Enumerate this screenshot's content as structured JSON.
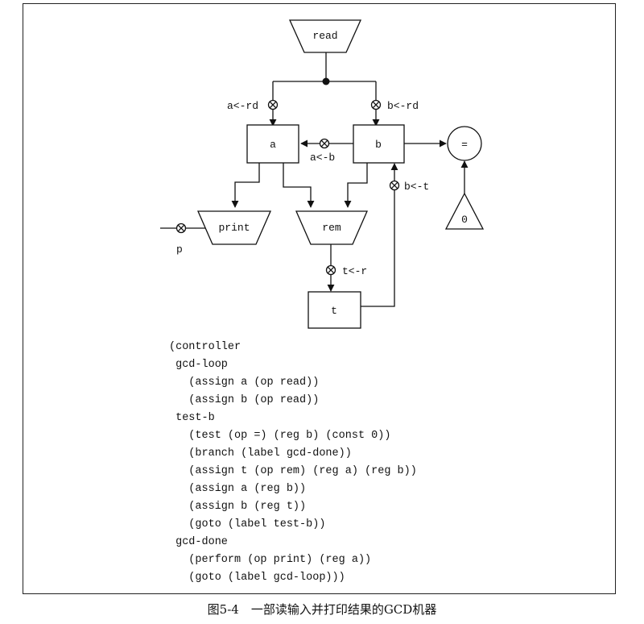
{
  "diagram": {
    "read_label": "read",
    "register_a": "a",
    "register_b": "b",
    "register_t": "t",
    "print_label": "print",
    "rem_label": "rem",
    "equal_label": "=",
    "const_zero": "0",
    "button_a_rd": "a<-rd",
    "button_b_rd": "b<-rd",
    "button_a_b": "a<-b",
    "button_b_t": "b<-t",
    "button_t_r": "t<-r",
    "button_p": "p"
  },
  "code_lines": [
    "(controller",
    " gcd-loop",
    "   (assign a (op read))",
    "   (assign b (op read))",
    " test-b",
    "   (test (op =) (reg b) (const 0))",
    "   (branch (label gcd-done))",
    "   (assign t (op rem) (reg a) (reg b))",
    "   (assign a (reg b))",
    "   (assign b (reg t))",
    "   (goto (label test-b))",
    " gcd-done",
    "   (perform (op print) (reg a))",
    "   (goto (label gcd-loop)))"
  ],
  "caption": "图5-4　一部读输入并打印结果的GCD机器"
}
